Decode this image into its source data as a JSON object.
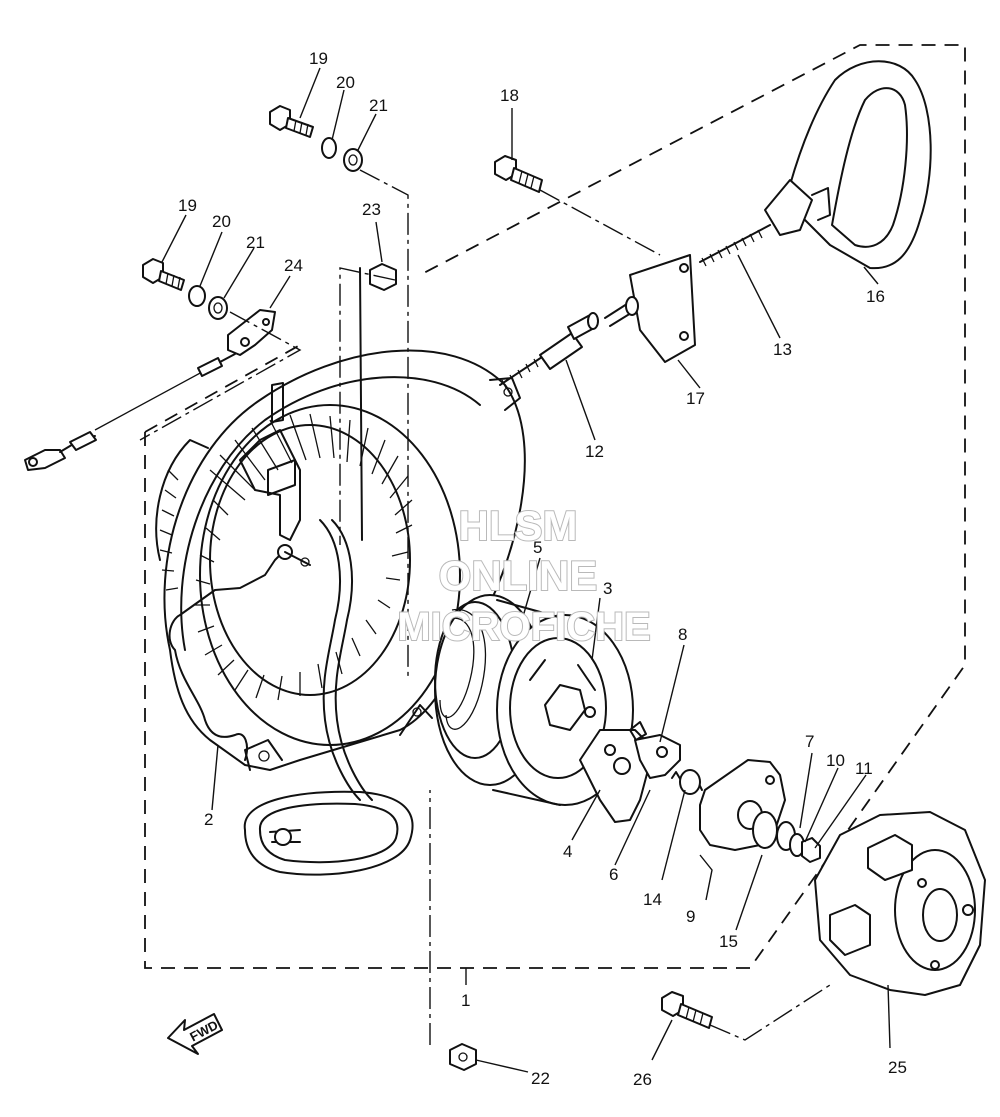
{
  "diagram": {
    "callouts": [
      {
        "id": "c1",
        "text": "1"
      },
      {
        "id": "c2",
        "text": "2"
      },
      {
        "id": "c3",
        "text": "3"
      },
      {
        "id": "c4",
        "text": "4"
      },
      {
        "id": "c5",
        "text": "5"
      },
      {
        "id": "c6",
        "text": "6"
      },
      {
        "id": "c7",
        "text": "7"
      },
      {
        "id": "c8",
        "text": "8"
      },
      {
        "id": "c9",
        "text": "9"
      },
      {
        "id": "c10",
        "text": "10"
      },
      {
        "id": "c11",
        "text": "11"
      },
      {
        "id": "c12",
        "text": "12"
      },
      {
        "id": "c13",
        "text": "13"
      },
      {
        "id": "c14",
        "text": "14"
      },
      {
        "id": "c15",
        "text": "15"
      },
      {
        "id": "c16",
        "text": "16"
      },
      {
        "id": "c17",
        "text": "17"
      },
      {
        "id": "c18",
        "text": "18"
      },
      {
        "id": "c19a",
        "text": "19"
      },
      {
        "id": "c20a",
        "text": "20"
      },
      {
        "id": "c21a",
        "text": "21"
      },
      {
        "id": "c19b",
        "text": "19"
      },
      {
        "id": "c20b",
        "text": "20"
      },
      {
        "id": "c21b",
        "text": "21"
      },
      {
        "id": "c22",
        "text": "22"
      },
      {
        "id": "c23",
        "text": "23"
      },
      {
        "id": "c24",
        "text": "24"
      },
      {
        "id": "c25",
        "text": "25"
      },
      {
        "id": "c26",
        "text": "26"
      }
    ],
    "watermark": {
      "line1": "HLSM",
      "line2": "ONLINE",
      "line3": "MICROFICHE"
    },
    "fwd_label": "FWD"
  }
}
